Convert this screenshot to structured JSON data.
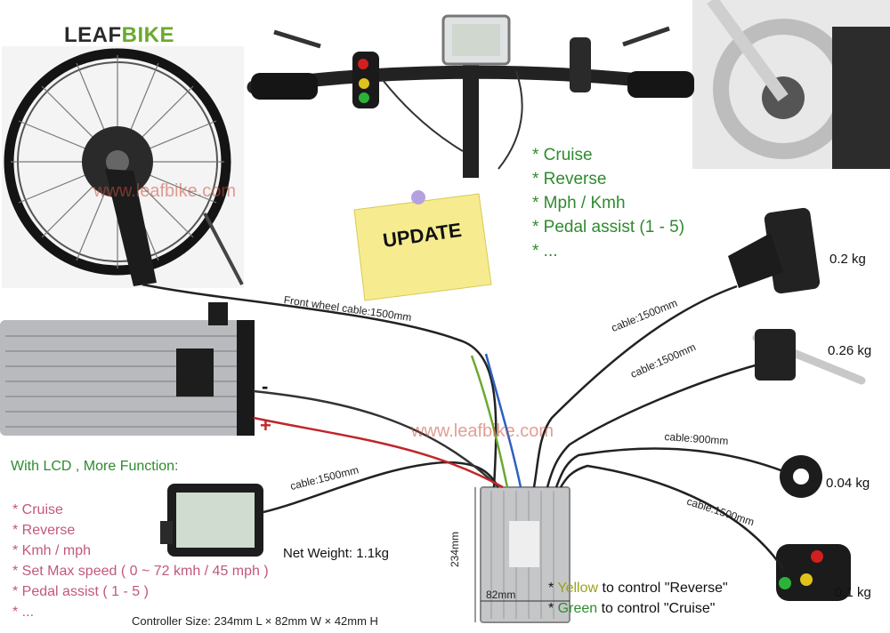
{
  "brand": {
    "name_part1": "LEAF",
    "name_part2": "BIKE"
  },
  "watermarks": [
    "www.leafbike.com",
    "www.leafbike.com"
  ],
  "update_note": "UPDATE",
  "top_features": [
    "* Cruise",
    "* Reverse",
    "* Mph / Kmh",
    "* Pedal assist (1 - 5)",
    "* ..."
  ],
  "lcd": {
    "title": "With LCD , More Function:",
    "features": [
      "* Cruise",
      "* Reverse",
      "* Kmh / mph",
      "* Set Max speed ( 0 ~ 72 kmh / 45 mph )",
      "* Pedal assist ( 1 - 5 )",
      "* ..."
    ],
    "net_weight": "Net Weight: 1.1kg"
  },
  "cables": {
    "front_wheel": "Front wheel cable:1500mm",
    "throttle": "cable:1500mm",
    "brake": "cable:1500mm",
    "pas": "cable:900mm",
    "switch": "cable:1500mm",
    "lcd": "cable:1500mm"
  },
  "weights": {
    "throttle": "0.2 kg",
    "brake": "0.26 kg",
    "pas": "0.04 kg",
    "switch": "0.1 kg"
  },
  "battery": {
    "minus": "-",
    "plus": "+"
  },
  "controller": {
    "size": "Controller Size: 234mm L × 82mm W × 42mm H",
    "length_label": "234mm",
    "width_label": "82mm"
  },
  "notes": {
    "yellow_prefix": "* ",
    "yellow_word": "Yellow",
    "yellow_rest": " to control \"Reverse\"",
    "green_prefix": "* ",
    "green_word": "Green",
    "green_rest": " to control \"Cruise\""
  },
  "colors": {
    "brand_green": "#6aa92f",
    "feature_green": "#2e8b2e",
    "feature_pink": "#c2577f",
    "note_paper": "#f6ec8f"
  }
}
